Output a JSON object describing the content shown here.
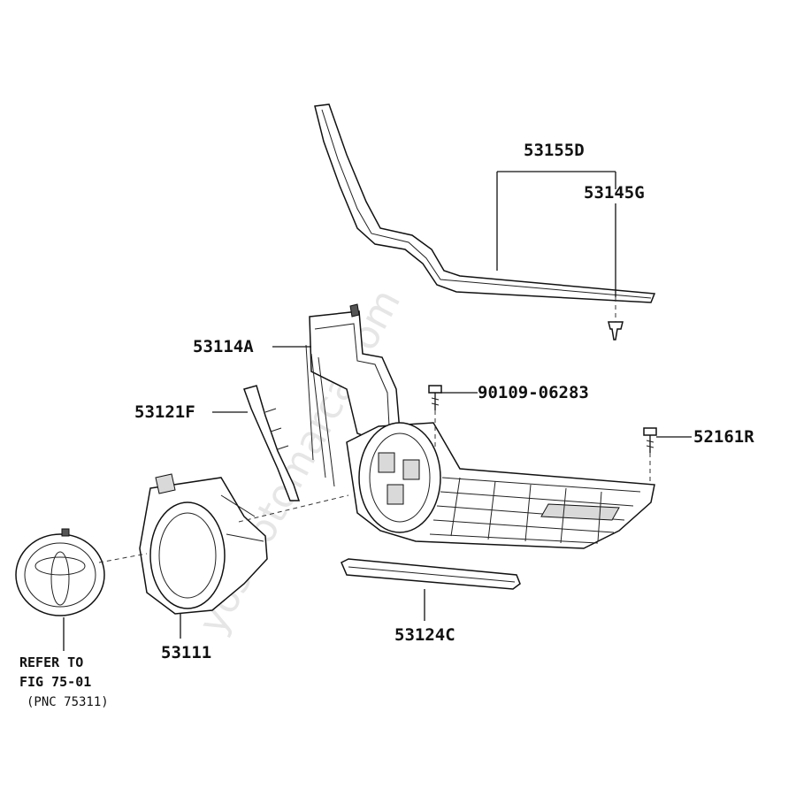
{
  "watermark": "yoshiotomarca.com",
  "parts": {
    "p53155D": "53155D",
    "p53145G": "53145G",
    "p53114A": "53114A",
    "p90109": "90109-06283",
    "p53121F": "53121F",
    "p52161R": "52161R",
    "p53124C": "53124C",
    "p53111": "53111"
  },
  "reference": {
    "line1": "REFER TO",
    "line2": "FIG 75-01",
    "line3": "(PNC 75311)"
  }
}
